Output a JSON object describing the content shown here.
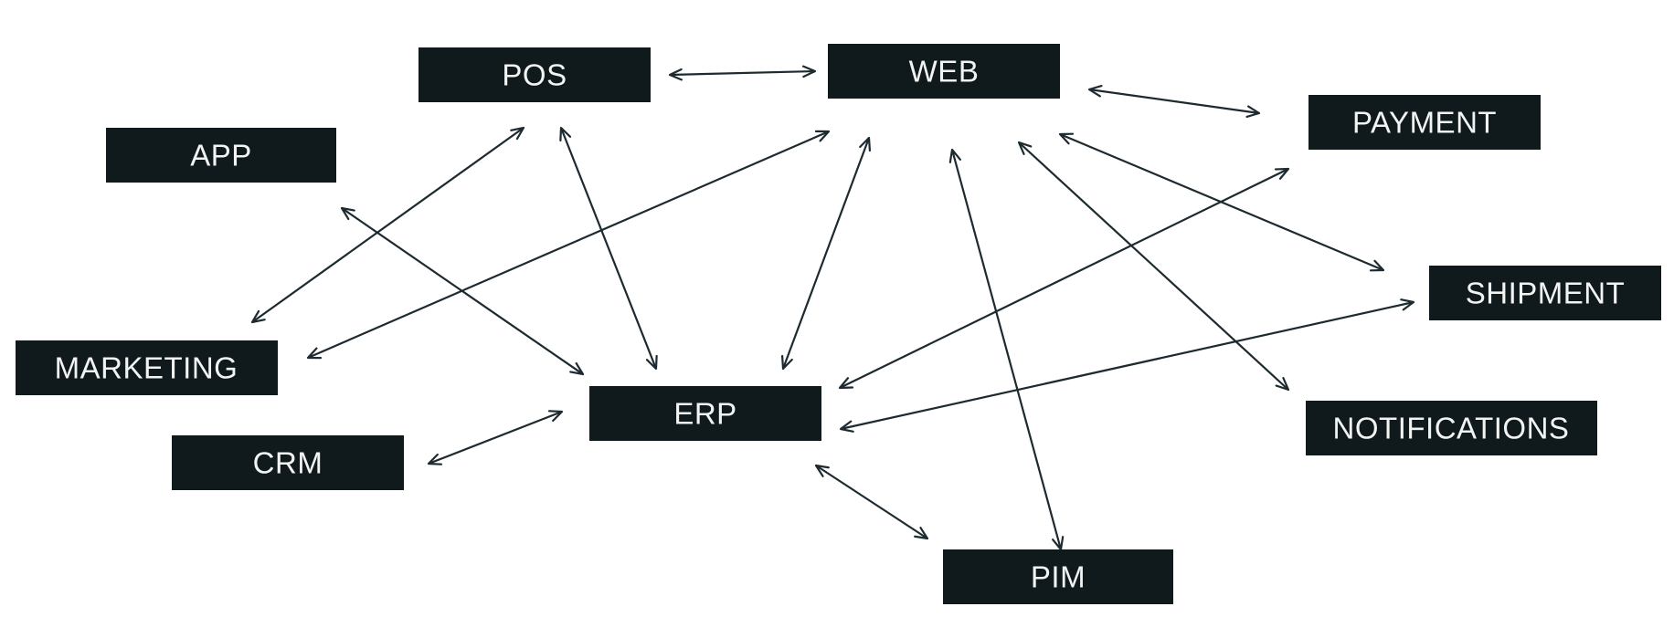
{
  "colors": {
    "box_fill": "#10191b",
    "box_text": "#f2f4f4",
    "edge": "#1d2a30",
    "background": "#ffffff"
  },
  "nodes": [
    {
      "id": "pos",
      "label": "POS"
    },
    {
      "id": "web",
      "label": "WEB"
    },
    {
      "id": "payment",
      "label": "PAYMENT"
    },
    {
      "id": "app",
      "label": "APP"
    },
    {
      "id": "shipment",
      "label": "SHIPMENT"
    },
    {
      "id": "marketing",
      "label": "MARKETING"
    },
    {
      "id": "erp",
      "label": "ERP"
    },
    {
      "id": "notifications",
      "label": "NOTIFICATIONS"
    },
    {
      "id": "crm",
      "label": "CRM"
    },
    {
      "id": "pim",
      "label": "PIM"
    }
  ],
  "edges": [
    {
      "from": "pos",
      "to": "web",
      "bidirectional": true
    },
    {
      "from": "web",
      "to": "payment",
      "bidirectional": true
    },
    {
      "from": "pos",
      "to": "marketing",
      "bidirectional": true
    },
    {
      "from": "pos",
      "to": "erp",
      "bidirectional": true
    },
    {
      "from": "app",
      "to": "erp",
      "bidirectional": true
    },
    {
      "from": "web",
      "to": "marketing",
      "bidirectional": true
    },
    {
      "from": "web",
      "to": "erp",
      "bidirectional": true
    },
    {
      "from": "web",
      "to": "pim",
      "bidirectional": true
    },
    {
      "from": "web",
      "to": "notifications",
      "bidirectional": true
    },
    {
      "from": "web",
      "to": "shipment",
      "bidirectional": true
    },
    {
      "from": "payment",
      "to": "erp",
      "bidirectional": true
    },
    {
      "from": "shipment",
      "to": "erp",
      "bidirectional": true
    },
    {
      "from": "crm",
      "to": "erp",
      "bidirectional": true
    },
    {
      "from": "erp",
      "to": "pim",
      "bidirectional": true
    }
  ]
}
